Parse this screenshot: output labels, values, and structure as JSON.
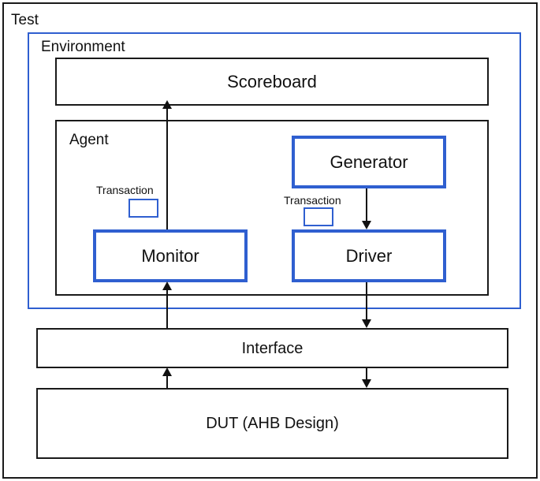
{
  "diagram": {
    "title_visible": false,
    "colors": {
      "blue_accent": "#2f5fd0",
      "outline_black": "#1a1a1a",
      "background": "#ffffff"
    },
    "containers": [
      {
        "id": "test",
        "label": "Test"
      },
      {
        "id": "environment",
        "label": "Environment"
      },
      {
        "id": "agent",
        "label": "Agent"
      }
    ],
    "blocks": [
      {
        "id": "scoreboard",
        "label": "Scoreboard"
      },
      {
        "id": "generator",
        "label": "Generator"
      },
      {
        "id": "monitor",
        "label": "Monitor"
      },
      {
        "id": "driver",
        "label": "Driver"
      },
      {
        "id": "interface",
        "label": "Interface"
      },
      {
        "id": "dut",
        "label": "DUT (AHB Design)"
      }
    ],
    "transaction_labels": [
      {
        "id": "txn-monitor",
        "label": "Transaction"
      },
      {
        "id": "txn-driver",
        "label": "Transaction"
      }
    ],
    "connections": [
      {
        "id": "monitor-to-scoreboard",
        "from": "monitor",
        "to": "scoreboard",
        "direction": "up"
      },
      {
        "id": "generator-to-driver",
        "from": "generator",
        "to": "driver",
        "direction": "down"
      },
      {
        "id": "interface-to-monitor",
        "from": "interface",
        "to": "monitor",
        "direction": "up"
      },
      {
        "id": "driver-to-interface",
        "from": "driver",
        "to": "interface",
        "direction": "down"
      },
      {
        "id": "dut-to-interface",
        "from": "dut",
        "to": "interface",
        "direction": "up"
      },
      {
        "id": "interface-to-dut",
        "from": "interface",
        "to": "dut",
        "direction": "down"
      }
    ]
  }
}
